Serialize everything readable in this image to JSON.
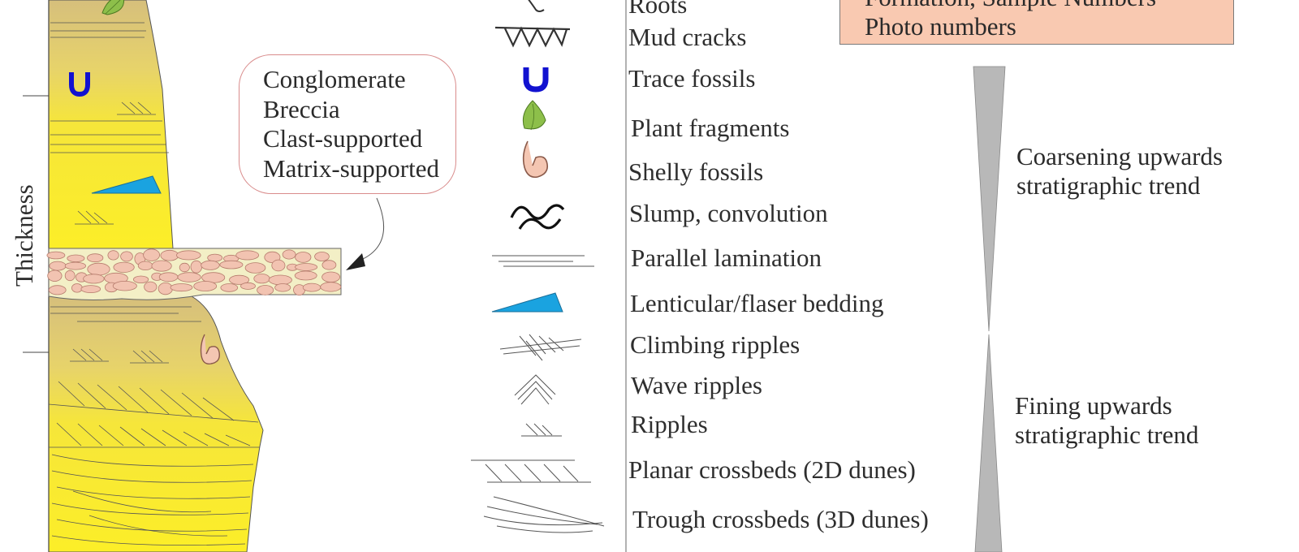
{
  "axis": {
    "label": "Thickness"
  },
  "callout": {
    "lines": [
      "Conglomerate",
      "Breccia",
      "Clast-supported",
      "Matrix-supported"
    ]
  },
  "info_box": {
    "lines": [
      "Formation, Sample Numbers",
      "Photo numbers"
    ],
    "color": "#f9c9b1"
  },
  "legend": {
    "items": [
      {
        "label": "Roots",
        "icon": "roots-icon"
      },
      {
        "label": "Mud cracks",
        "icon": "mud-cracks-icon"
      },
      {
        "label": "Trace fossils",
        "icon": "trace-fossil-icon"
      },
      {
        "label": "Plant fragments",
        "icon": "plant-fragment-icon"
      },
      {
        "label": "Shelly fossils",
        "icon": "shelly-fossil-icon"
      },
      {
        "label": "Slump, convolution",
        "icon": "slump-convolution-icon"
      },
      {
        "label": "Parallel lamination",
        "icon": "parallel-lamination-icon"
      },
      {
        "label": "Lenticular/flaser bedding",
        "icon": "lenticular-bedding-icon"
      },
      {
        "label": "Climbing ripples",
        "icon": "climbing-ripples-icon"
      },
      {
        "label": "Wave ripples",
        "icon": "wave-ripples-icon"
      },
      {
        "label": "Ripples",
        "icon": "ripples-icon"
      },
      {
        "label": "Planar crossbeds (2D dunes)",
        "icon": "planar-crossbeds-icon"
      },
      {
        "label": "Trough crossbeds (3D dunes)",
        "icon": "trough-crossbeds-icon"
      }
    ]
  },
  "trends": {
    "coarsening": {
      "lines": [
        "Coarsening upwards",
        "stratigraphic trend"
      ]
    },
    "fining": {
      "lines": [
        "Fining upwards",
        "stratigraphic trend"
      ]
    }
  },
  "colors": {
    "sand_top": "#d8c07a",
    "sand_bottom": "#fbee2a",
    "clast_fill": "#f4c4b4",
    "trace_fossil": "#1010d0",
    "lenticular": "#1aa3e0",
    "plant": "#8dbf4a",
    "trend_wedge": "#b8b8b8"
  }
}
